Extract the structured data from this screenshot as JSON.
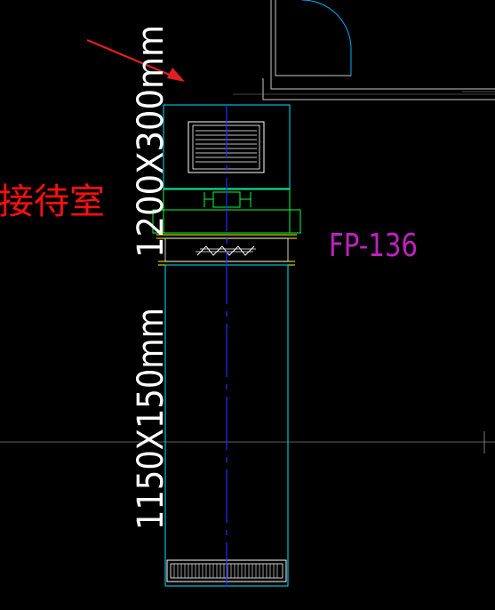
{
  "canvas": {
    "background": "#000000"
  },
  "labels": {
    "room_name": "接待室",
    "unit_code": "FP-136",
    "duct_size_upper": "1200X300mm",
    "duct_size_lower": "1150X150mm"
  },
  "colors": {
    "cyan": "#00e5ff",
    "blue": "#2030ff",
    "green": "#00ff40",
    "yellow": "#ffff00",
    "white": "#ffffff",
    "red": "#ff1010",
    "magenta": "#c020c0",
    "gray": "#a0a0a0",
    "arrow": "#e02020"
  },
  "icons": {
    "arrow": "red-arrow-icon",
    "door": "door-swing-icon"
  }
}
